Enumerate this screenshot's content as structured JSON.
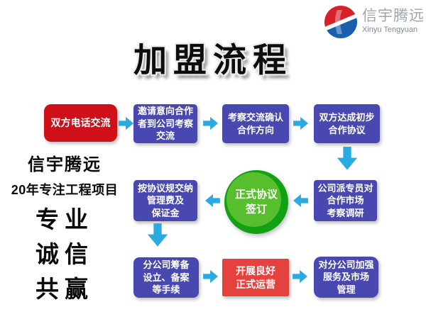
{
  "logo": {
    "name": "信宇腾远",
    "name_en": "Xinyu Tengyuan"
  },
  "page_title": "加盟流程",
  "left_panel": {
    "brand": "信宇腾远",
    "tagline": "20年专注工程项目",
    "values": [
      "专业",
      "诚信",
      "共赢"
    ]
  },
  "flow": {
    "steps": [
      {
        "text": "双方电话交流"
      },
      {
        "text": "邀请意向合作\n者到公司考察\n交流"
      },
      {
        "text": "考察交流确认\n合作方向"
      },
      {
        "text": "双方达成初步\n合作协议"
      },
      {
        "text": "公司派专员对\n合作市场\n考察调研"
      },
      {
        "text": "正式协议\n签订"
      },
      {
        "text": "按协议规交纳\n管理费及\n保证金"
      },
      {
        "text": "分公司筹备\n设立、备案\n等手续"
      },
      {
        "text": "开展良好\n正式运营"
      },
      {
        "text": "对分公司加强\n服务及市场\n管理"
      }
    ]
  },
  "colors": {
    "box_blue": "#4848b0",
    "box_red_dark": "#cf1019",
    "box_red_light": "#e5423d",
    "arrow_cyan": "#29abe2",
    "circle_green_outer": "#12a112",
    "circle_green_inner": "#57be2e",
    "logo_red": "#d6212a",
    "logo_blue": "#1a5fae"
  }
}
